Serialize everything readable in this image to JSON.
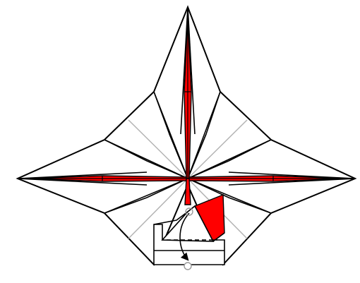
{
  "figure": {
    "kind": "origami folding step",
    "colors": {
      "paper_front": "#ffffff",
      "paper_back": "#ff0000",
      "outline": "#000000",
      "crease": "#b3b3b3",
      "valley_fold_line": "#000000",
      "arrow": "#000000",
      "reference_point": "#9a9a9a"
    },
    "symbols": [
      "valley-fold-line",
      "fold-arrow",
      "start-point-circle",
      "end-point-circle"
    ]
  }
}
